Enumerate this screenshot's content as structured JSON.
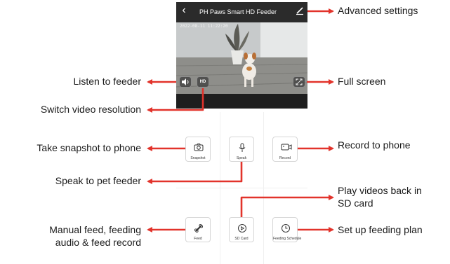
{
  "app": {
    "title": "PH Paws Smart HD Feeder",
    "back_icon": "back-chevron-icon",
    "settings_icon": "edit-settings-icon"
  },
  "video": {
    "timestamp": "2022-08-11 11:22:20",
    "listen_icon": "speaker-icon",
    "hd_label": "HD",
    "fullscreen_icon": "fullscreen-icon"
  },
  "features": {
    "snapshot": "Snapshot",
    "speak": "Speak",
    "record": "Record",
    "feed": "Feed",
    "sd_card": "SD Card",
    "feeding_schedule": "Feeding Schedule"
  },
  "annotations": {
    "advanced_settings": "Advanced settings",
    "listen": "Listen to feeder",
    "full_screen": "Full screen",
    "switch_resolution": "Switch video resolution",
    "snapshot": "Take snapshot to phone",
    "record": "Record to phone",
    "speak": "Speak to pet feeder",
    "play_back_line1": "Play videos back in",
    "play_back_line2": "SD card",
    "manual_feed_line1": "Manual feed, feeding",
    "manual_feed_line2": "audio & feed record",
    "feeding_plan": "Set up feeding plan"
  },
  "colors": {
    "arrow": "#e2332b",
    "dark_bar": "#2b2b2b"
  }
}
